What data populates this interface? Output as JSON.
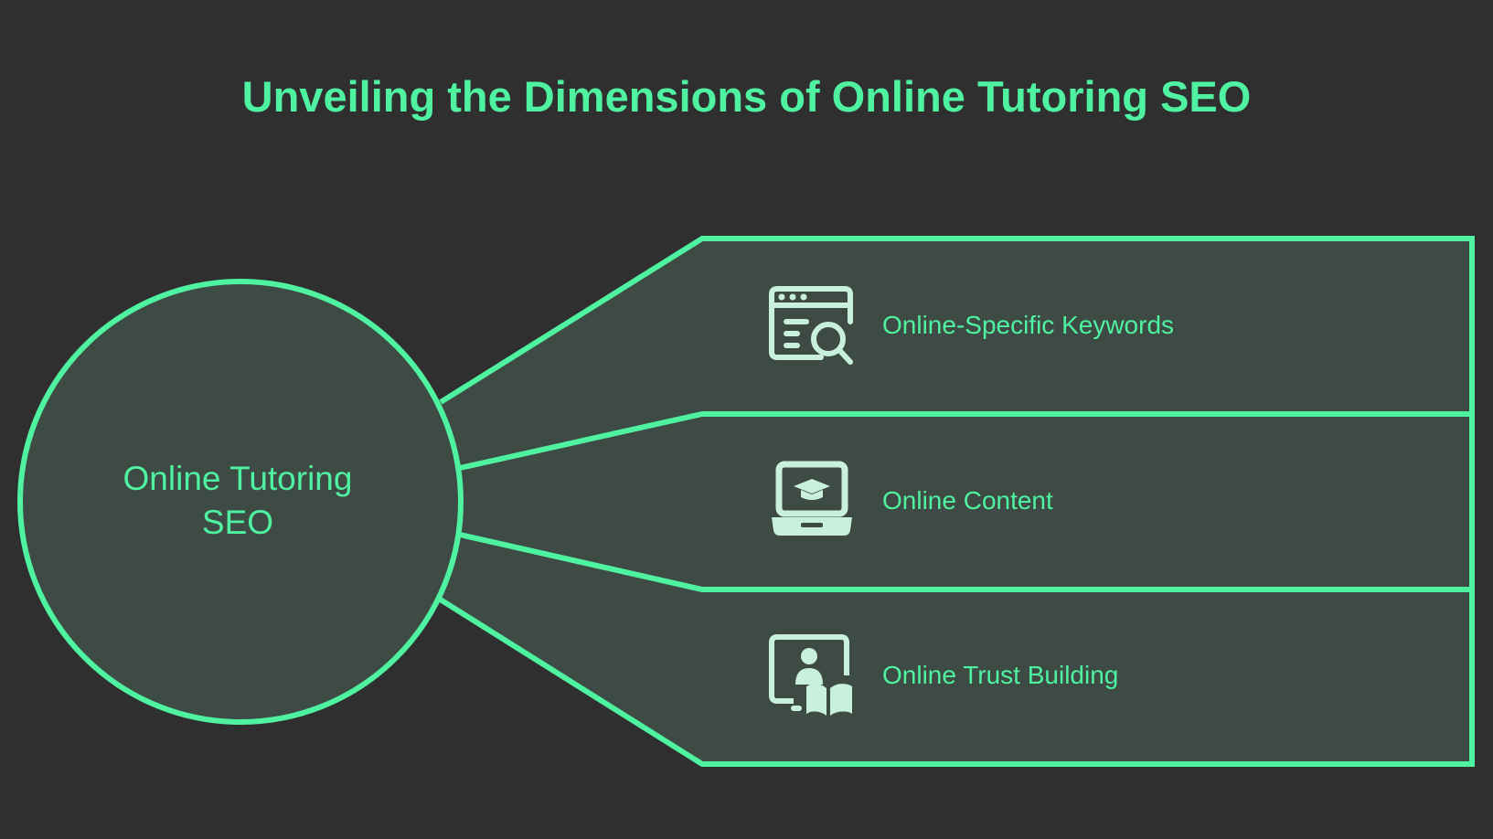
{
  "title": "Unveiling the Dimensions of Online Tutoring SEO",
  "center": {
    "label_line1": "Online Tutoring",
    "label_line2": "SEO"
  },
  "branches": [
    {
      "label": "Online-Specific Keywords",
      "icon": "web-search-icon"
    },
    {
      "label": "Online Content",
      "icon": "laptop-graduation-cap-icon"
    },
    {
      "label": "Online Trust Building",
      "icon": "online-teacher-book-icon"
    }
  ],
  "colors": {
    "background": "#2f2f2f",
    "accent": "#4ef2a0",
    "panel_fill": "#3e4a44",
    "icon_fill": "#c8f0dc"
  }
}
